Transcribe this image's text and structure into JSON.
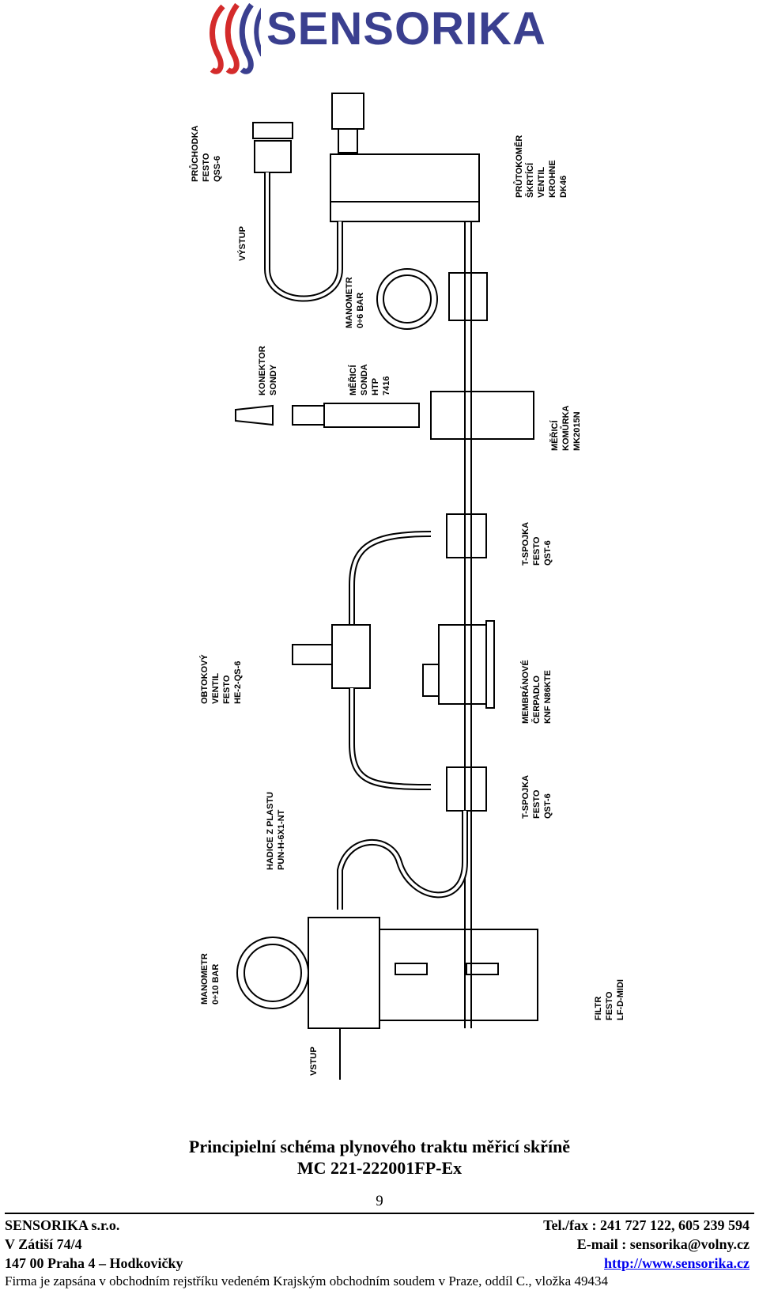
{
  "logo": {
    "text": "SENSORIKA"
  },
  "diagram": {
    "labels": {
      "pruchodka": [
        "PRŮCHODKA",
        "FESTO",
        "QSS-6"
      ],
      "vystup": [
        "VÝSTUP"
      ],
      "prutokomer": [
        "PRŮTOKOMĚR",
        "ŠKRTÍCÍ",
        "VENTIL",
        "KROHNE",
        "DK46"
      ],
      "manometr1": [
        "MANOMETR",
        "0÷6 BAR"
      ],
      "konektor": [
        "KONEKTOR",
        "SONDY"
      ],
      "sonda": [
        "MĚŘICÍ",
        "SONDA",
        "HTP",
        "7416"
      ],
      "komurka": [
        "MĚŘICÍ",
        "KOMŮRKA",
        "MK2015N"
      ],
      "tspojka1": [
        "T-SPOJKA",
        "FESTO",
        "QST-6"
      ],
      "ventil": [
        "OBTOKOVÝ",
        "VENTIL",
        "FESTO",
        "HE-2-QS-6"
      ],
      "cerpadlo": [
        "MEMBRÁNOVÉ",
        "ČERPADLO",
        "KNF N86KTE"
      ],
      "hadice": [
        "HADICE Z PLASTU",
        "PUN-H-6X1-NT"
      ],
      "tspojka2": [
        "T-SPOJKA",
        "FESTO",
        "QST-6"
      ],
      "manometr2": [
        "MANOMETR",
        "0÷10 BAR"
      ],
      "vstup": [
        "VSTUP"
      ],
      "filtr": [
        "FILTR",
        "FESTO",
        "LF-D-MIDI"
      ]
    }
  },
  "caption": {
    "line1": "Principielní schéma plynového traktu měřicí skříně",
    "line2": "MC 221-222001FP-Ex"
  },
  "page_number": "9",
  "footer": {
    "company": "SENSORIKA s.r.o.",
    "street": "V Zátiší 74/4",
    "city": "147 00 Praha 4 – Hodkovičky",
    "tel": "Tel./fax : 241 727 122, 605 239 594",
    "email": "E-mail : sensorika@volny.cz",
    "web": "http://www.sensorika.cz",
    "registration": "Firma je zapsána v obchodním  rejstříku vedeném Krajským obchodním soudem v Praze, oddíl C., vložka 49434"
  }
}
